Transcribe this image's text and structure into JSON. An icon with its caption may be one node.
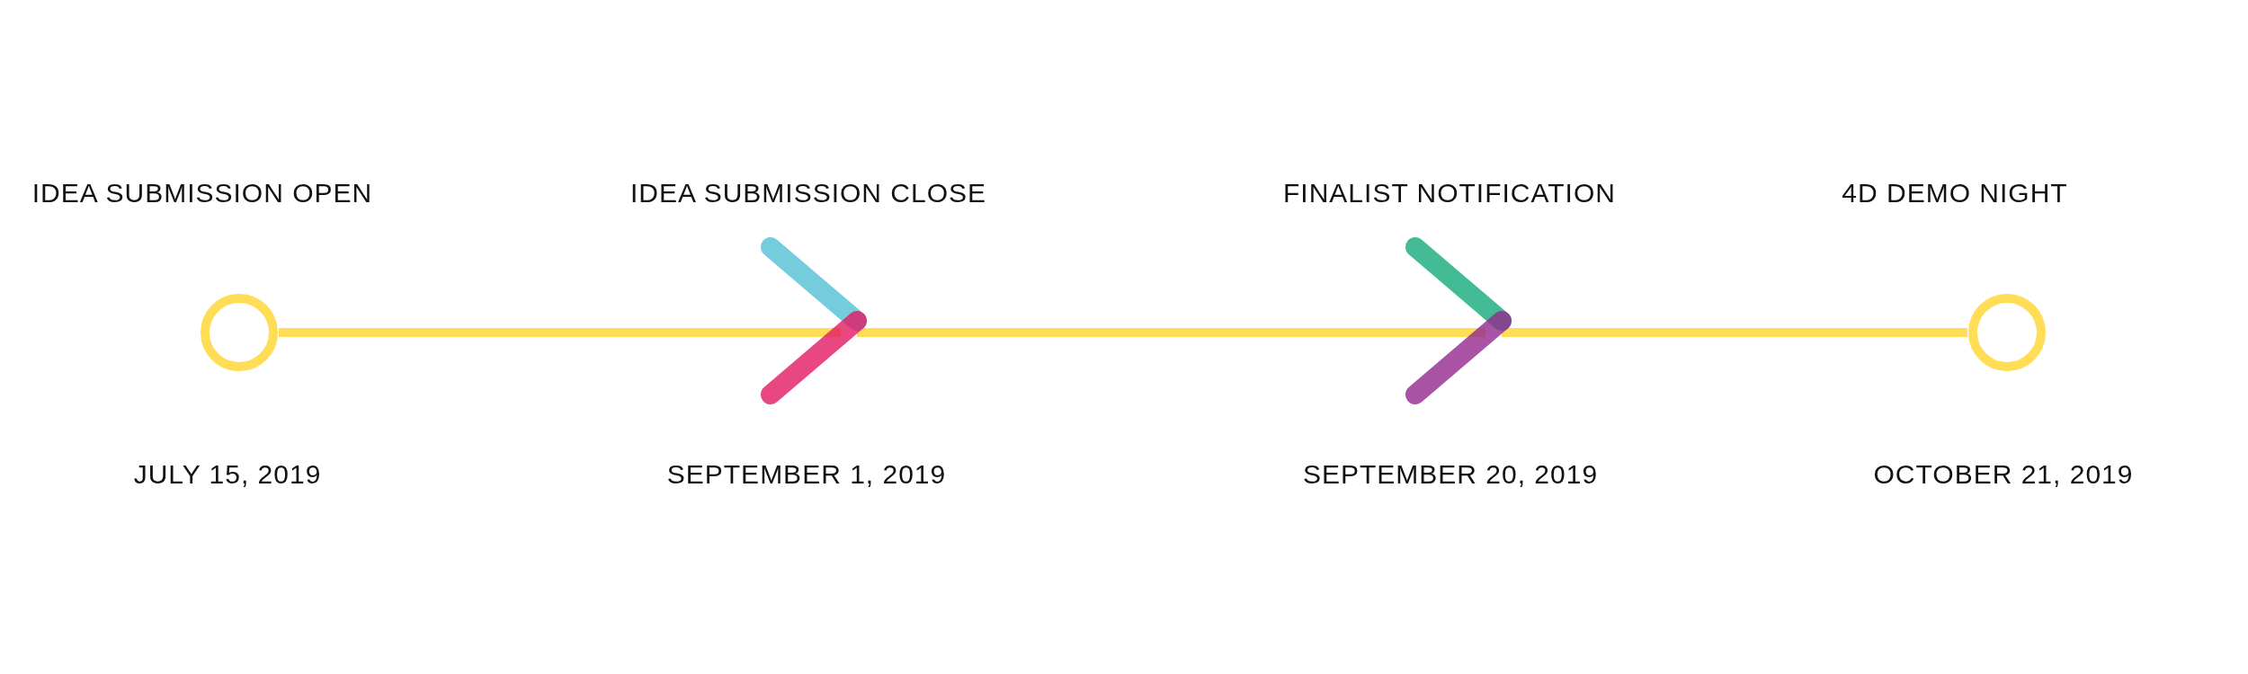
{
  "diagram": {
    "nodes": [
      {
        "text": [],
        "shape": "circle",
        "beside": [
          "IDEA SUBMISSION OPEN",
          "JULY 15, 2019"
        ]
      },
      {
        "text": [],
        "shape": "chevron",
        "beside": [
          "IDEA SUBMISSION CLOSE",
          "SEPTEMBER 1, 2019"
        ]
      },
      {
        "text": [],
        "shape": "chevron",
        "beside": [
          "FINALIST NOTIFICATION",
          "SEPTEMBER 20, 2019"
        ]
      },
      {
        "text": [],
        "shape": "circle",
        "beside": [
          "4D DEMO NIGHT",
          "OCTOBER 21, 2019"
        ]
      }
    ],
    "edges": [
      {
        "from": 0,
        "to": 1,
        "arrow": "none"
      },
      {
        "from": 1,
        "to": 2,
        "arrow": "none"
      },
      {
        "from": 2,
        "to": 3,
        "arrow": "none"
      }
    ]
  }
}
